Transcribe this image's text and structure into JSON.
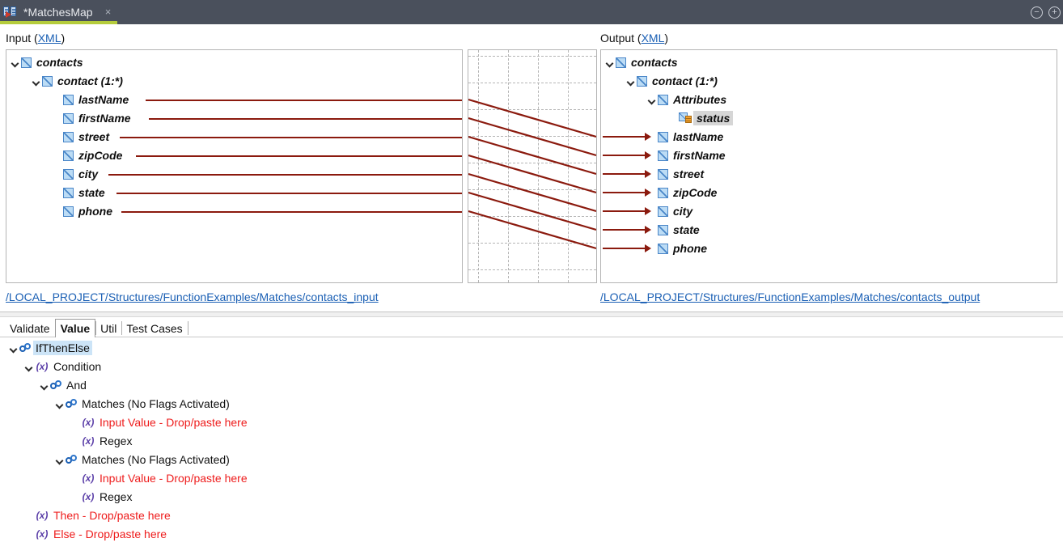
{
  "window": {
    "tab_title": "*MatchesMap",
    "tab_icon": "map-document-icon",
    "close_label": "×",
    "minimize_label": "−",
    "maximize_label": "+",
    "accent_underline": "#b5cc3c",
    "titlebar_color": "#4a505c"
  },
  "input_panel": {
    "header_text": "Input (",
    "header_link": "XML",
    "header_close": ")",
    "footer_link": "/LOCAL_PROJECT/Structures/FunctionExamples/Matches/contacts_input",
    "nodes": [
      {
        "label": "contacts",
        "indent": 0,
        "expandable": true,
        "icon": "xml-element-icon"
      },
      {
        "label": "contact (1:*)",
        "indent": 1,
        "expandable": true,
        "icon": "xml-element-icon"
      },
      {
        "label": "lastName",
        "indent": 2,
        "expandable": false,
        "icon": "xml-element-icon"
      },
      {
        "label": "firstName",
        "indent": 2,
        "expandable": false,
        "icon": "xml-element-icon"
      },
      {
        "label": "street",
        "indent": 2,
        "expandable": false,
        "icon": "xml-element-icon"
      },
      {
        "label": "zipCode",
        "indent": 2,
        "expandable": false,
        "icon": "xml-element-icon"
      },
      {
        "label": "city",
        "indent": 2,
        "expandable": false,
        "icon": "xml-element-icon"
      },
      {
        "label": "state",
        "indent": 2,
        "expandable": false,
        "icon": "xml-element-icon"
      },
      {
        "label": "phone",
        "indent": 2,
        "expandable": false,
        "icon": "xml-element-icon"
      }
    ]
  },
  "output_panel": {
    "header_text": "Output (",
    "header_link": "XML",
    "header_close": ")",
    "footer_link": "/LOCAL_PROJECT/Structures/FunctionExamples/Matches/contacts_output",
    "nodes": [
      {
        "label": "contacts",
        "indent": 0,
        "expandable": true,
        "icon": "xml-element-icon",
        "selected": false
      },
      {
        "label": "contact (1:*)",
        "indent": 1,
        "expandable": true,
        "icon": "xml-element-icon",
        "selected": false
      },
      {
        "label": "Attributes",
        "indent": 2,
        "expandable": true,
        "icon": "xml-element-icon",
        "selected": false
      },
      {
        "label": "status",
        "indent": 3,
        "expandable": false,
        "icon": "xml-attribute-icon",
        "selected": true
      },
      {
        "label": "lastName",
        "indent": 2,
        "expandable": false,
        "icon": "xml-element-icon",
        "selected": false
      },
      {
        "label": "firstName",
        "indent": 2,
        "expandable": false,
        "icon": "xml-element-icon",
        "selected": false
      },
      {
        "label": "street",
        "indent": 2,
        "expandable": false,
        "icon": "xml-element-icon",
        "selected": false
      },
      {
        "label": "zipCode",
        "indent": 2,
        "expandable": false,
        "icon": "xml-element-icon",
        "selected": false
      },
      {
        "label": "city",
        "indent": 2,
        "expandable": false,
        "icon": "xml-element-icon",
        "selected": false
      },
      {
        "label": "state",
        "indent": 2,
        "expandable": false,
        "icon": "xml-element-icon",
        "selected": false
      },
      {
        "label": "phone",
        "indent": 2,
        "expandable": false,
        "icon": "xml-element-icon",
        "selected": false
      }
    ]
  },
  "mapping": {
    "line_color": "#8b1a0e",
    "grid_color": "#b5b5b5",
    "connections": [
      {
        "from": "lastName",
        "to": "lastName"
      },
      {
        "from": "firstName",
        "to": "firstName"
      },
      {
        "from": "street",
        "to": "street"
      },
      {
        "from": "zipCode",
        "to": "zipCode"
      },
      {
        "from": "city",
        "to": "city"
      },
      {
        "from": "state",
        "to": "state"
      },
      {
        "from": "phone",
        "to": "phone"
      }
    ]
  },
  "bottom_tabs": {
    "items": [
      {
        "label": "Validate",
        "active": false
      },
      {
        "label": "Value",
        "active": true
      },
      {
        "label": "Util",
        "active": false
      },
      {
        "label": "Test Cases",
        "active": false
      }
    ]
  },
  "value_tree": {
    "nodes": [
      {
        "label": "IfThenElse",
        "indent": 0,
        "icon": "function-chain-icon",
        "expandable": true,
        "red": false,
        "selected": true
      },
      {
        "label": "Condition",
        "indent": 1,
        "icon": "variable-x-icon",
        "expandable": true,
        "red": false,
        "selected": false
      },
      {
        "label": "And",
        "indent": 2,
        "icon": "function-chain-icon",
        "expandable": true,
        "red": false,
        "selected": false
      },
      {
        "label": "Matches (No Flags Activated)",
        "indent": 3,
        "icon": "function-chain-icon",
        "expandable": true,
        "red": false,
        "selected": false
      },
      {
        "label": "Input Value - Drop/paste here",
        "indent": 4,
        "icon": "variable-x-icon",
        "expandable": false,
        "red": true,
        "selected": false
      },
      {
        "label": "Regex",
        "indent": 4,
        "icon": "variable-x-icon",
        "expandable": false,
        "red": false,
        "selected": false
      },
      {
        "label": "Matches (No Flags Activated)",
        "indent": 3,
        "icon": "function-chain-icon",
        "expandable": true,
        "red": false,
        "selected": false
      },
      {
        "label": "Input Value - Drop/paste here",
        "indent": 4,
        "icon": "variable-x-icon",
        "expandable": false,
        "red": true,
        "selected": false
      },
      {
        "label": "Regex",
        "indent": 4,
        "icon": "variable-x-icon",
        "expandable": false,
        "red": false,
        "selected": false
      },
      {
        "label": "Then - Drop/paste here",
        "indent": 1,
        "icon": "variable-x-icon",
        "expandable": false,
        "red": true,
        "selected": false
      },
      {
        "label": "Else - Drop/paste here",
        "indent": 1,
        "icon": "variable-x-icon",
        "expandable": false,
        "red": true,
        "selected": false
      }
    ],
    "variable_glyph": "(x)"
  }
}
